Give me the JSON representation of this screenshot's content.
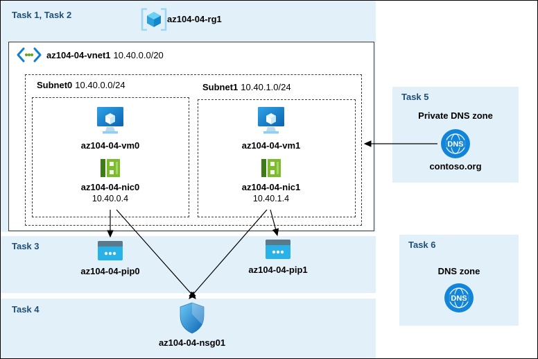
{
  "colors": {
    "band": "#e2f1f9",
    "task_text": "#1f4e79",
    "arrow": "#000000",
    "dns_blue": "#1285d8",
    "nic_green": "#7cbc2c",
    "vm_blue": "#0f6fbf"
  },
  "header": {
    "tasks_label": "Task 1, Task 2",
    "resource_group": "az104-04-rg1"
  },
  "vnet": {
    "name": "az104-04-vnet1",
    "cidr": "10.40.0.0/20",
    "subnets": [
      {
        "name": "Subnet0",
        "cidr": "10.40.0.0/24",
        "vm": "az104-04-vm0",
        "nic": "az104-04-nic0",
        "ip": "10.40.0.4"
      },
      {
        "name": "Subnet1",
        "cidr": "10.40.1.0/24",
        "vm": "az104-04-vm1",
        "nic": "az104-04-nic1",
        "ip": "10.40.1.4"
      }
    ]
  },
  "task3": {
    "label": "Task 3",
    "pip0": "az104-04-pip0",
    "pip1": "az104-04-pip1"
  },
  "task4": {
    "label": "Task 4",
    "nsg": "az104-04-nsg01"
  },
  "task5": {
    "label": "Task 5",
    "title": "Private DNS zone",
    "zone": "contoso.org"
  },
  "task6": {
    "label": "Task 6",
    "title": "DNS zone"
  },
  "icons": {
    "dns_label": "DNS"
  }
}
